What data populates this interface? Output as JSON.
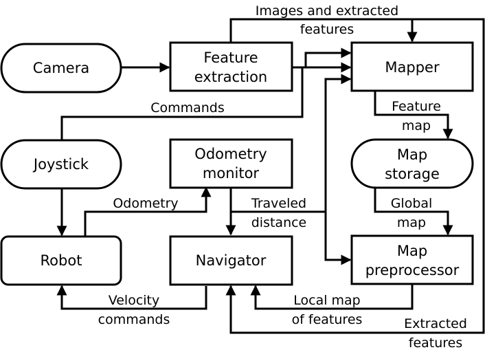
{
  "nodes": {
    "camera": "Camera",
    "feature_extraction": [
      "Feature",
      "extraction"
    ],
    "mapper": "Mapper",
    "joystick": "Joystick",
    "odometry_monitor": [
      "Odometry",
      "monitor"
    ],
    "map_storage": [
      "Map",
      "storage"
    ],
    "robot": "Robot",
    "navigator": "Navigator",
    "map_preprocessor": [
      "Map",
      "preprocessor"
    ]
  },
  "edges": {
    "images_and_features": [
      "Images and extracted",
      "features"
    ],
    "commands": "Commands",
    "feature_map": [
      "Feature",
      "map"
    ],
    "odometry": "Odometry",
    "traveled_distance": [
      "Traveled",
      "distance"
    ],
    "global_map": [
      "Global",
      "map"
    ],
    "velocity_commands": [
      "Velocity",
      "commands"
    ],
    "local_map": [
      "Local map",
      "of features"
    ],
    "extracted_features": [
      "Extracted",
      "features"
    ]
  }
}
